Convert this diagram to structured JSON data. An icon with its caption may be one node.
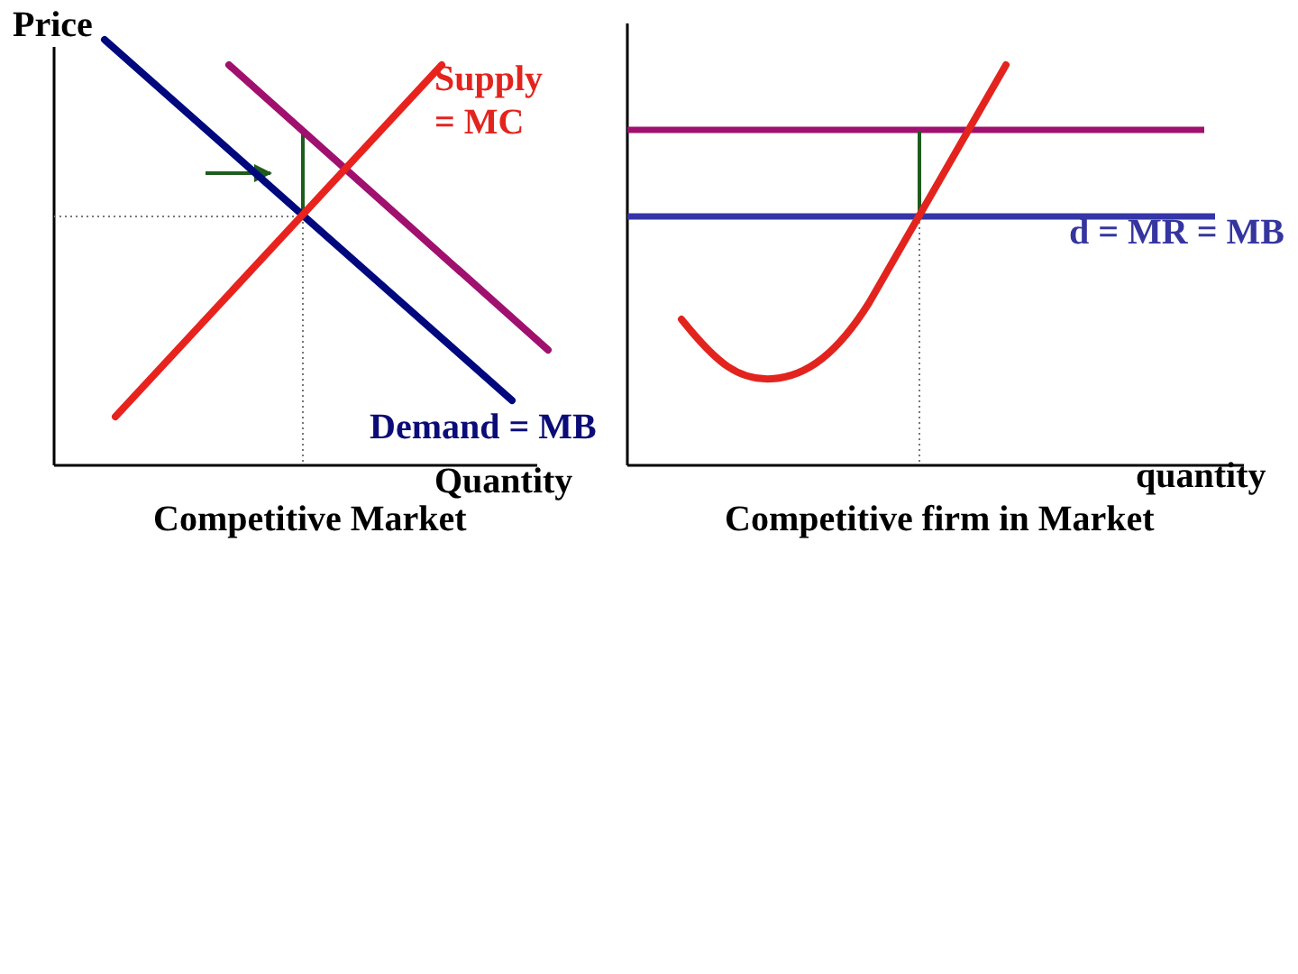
{
  "diagram": {
    "labels": [
      "Price",
      "Supply = MC",
      "d = MR = MB",
      "Demand = MB",
      "Quantity",
      "quantity",
      "Competitive Market",
      "Competitive firm in Market"
    ]
  }
}
